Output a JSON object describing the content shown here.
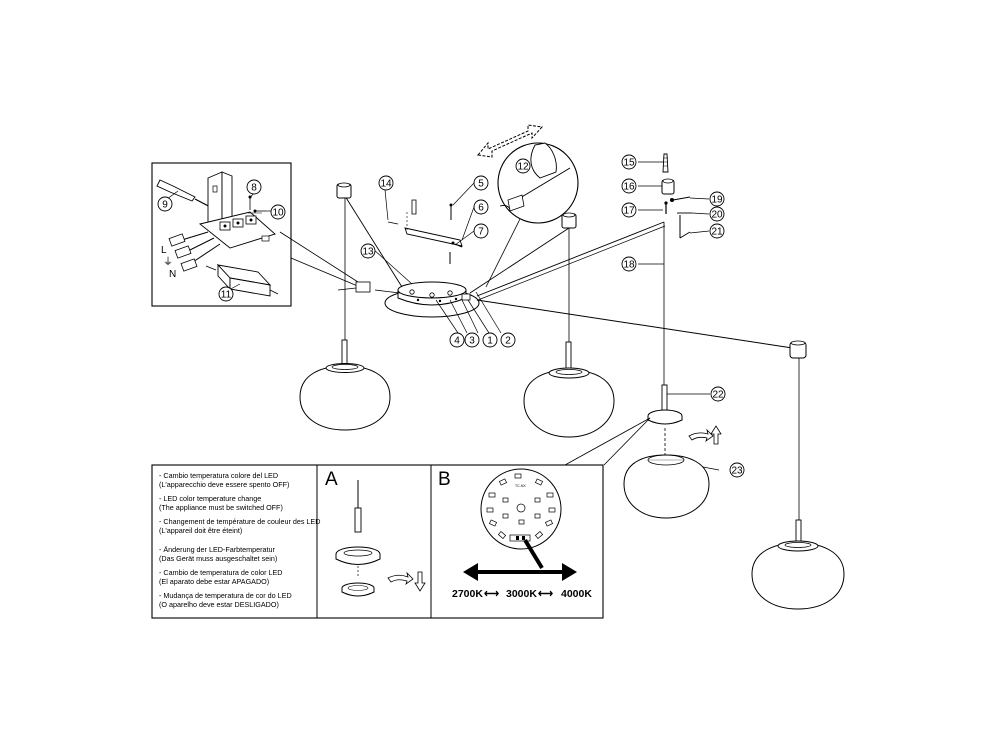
{
  "callouts": {
    "n1": "1",
    "n2": "2",
    "n3": "3",
    "n4": "4",
    "n5": "5",
    "n6": "6",
    "n7": "7",
    "n8": "8",
    "n9": "9",
    "n10": "10",
    "n11": "11",
    "n12": "12",
    "n13": "13",
    "n14": "14",
    "n15": "15",
    "n16": "16",
    "n17": "17",
    "n18": "18",
    "n19": "19",
    "n20": "20",
    "n21": "21",
    "n22": "22",
    "n23": "23"
  },
  "terminal_labels": {
    "l": "L",
    "earth": "⏚",
    "n": "N"
  },
  "notes": [
    {
      "line1": "- Cambio temperatura colore del LED",
      "line2": "(L'apparecchio deve essere spento OFF)"
    },
    {
      "line1": "- LED color temperature change",
      "line2": "(The appliance must be switched OFF)"
    },
    {
      "line1": "- Changement de température de couleur des LED",
      "line2": "(L'appareil doit être éteint)"
    },
    {
      "line1": "- Änderung der LED-Farbtemperatur",
      "line2": "(Das Gerät muss ausgeschaltet sein)"
    },
    {
      "line1": "- Cambio de temperatura de color LED",
      "line2": "(El aparato debe estar APAGADO)"
    },
    {
      "line1": "- Mudança de temperatura de cor do LED",
      "line2": "(O aparelho deve estar DESLIGADO)"
    }
  ],
  "panels": {
    "a": "A",
    "b": "B"
  },
  "color_temps": {
    "warm": "2700K",
    "neutral": "3000K",
    "cool": "4000K",
    "arrow": "⟷"
  },
  "led_board": {
    "marking": "TC-NX"
  },
  "colors": {
    "ink": "#000000",
    "paper": "#ffffff",
    "shade_fill": "#ffffff"
  },
  "icons": [
    "double-arrow-icon",
    "rotate-arrow-icon",
    "up-arrow-icon",
    "down-arrow-icon",
    "screw-icon"
  ]
}
